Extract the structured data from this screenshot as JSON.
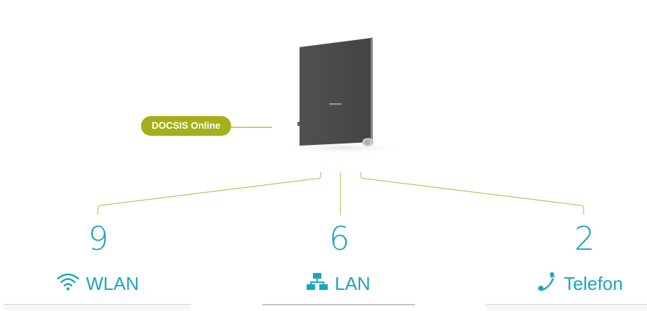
{
  "device": {
    "status_badge": "DOCSIS Online",
    "status_color": "#a3b018"
  },
  "connections": [
    {
      "key": "wlan",
      "count": "9",
      "label": "WLAN",
      "icon": "wifi-icon"
    },
    {
      "key": "lan",
      "count": "6",
      "label": "LAN",
      "icon": "network-icon"
    },
    {
      "key": "telefon",
      "count": "2",
      "label": "Telefon",
      "icon": "phone-icon"
    }
  ],
  "colors": {
    "accent": "#1aa5bd",
    "connector_line": "#b5bd4a",
    "device_body": "#4a4a4a"
  }
}
